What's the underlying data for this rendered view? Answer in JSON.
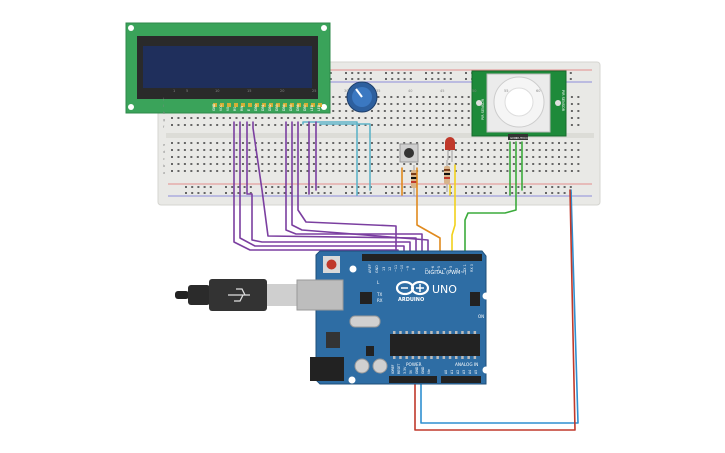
{
  "arduino": {
    "logo": "UNO",
    "brand": "ARDUINO",
    "digital_label": "DIGITAL (PWM~)",
    "analog_label": "ANALOG IN",
    "power_label": "POWER",
    "tx_label": "TX",
    "rx_label": "RX",
    "l_label": "L",
    "on_label": "ON",
    "aref_label": "AREF",
    "gnd_label": "GND",
    "pin13_label": "13",
    "pin12_label": "12",
    "pin11_label": "~11",
    "pin10_label": "~10",
    "pin9_label": "~9",
    "pin8_label": "8",
    "pin7_label": "7",
    "pin6_label": "~6",
    "pin5_label": "~5",
    "pin4_label": "4",
    "pin3_label": "~3",
    "pin2_label": "2",
    "tx1_label": "TX 1",
    "rx0_label": "RX 0",
    "ioref_label": "IOREF",
    "reset_label": "RESET",
    "v33_label": "3.3V",
    "v5_label": "5V",
    "gnd2_label": "GND",
    "gnd3_label": "GND",
    "vin_label": "Vin",
    "a0_label": "A0",
    "a1_label": "A1",
    "a2_label": "A2",
    "a3_label": "A3",
    "a4_label": "A4",
    "a5_label": "A5"
  },
  "lcd": {
    "pin_labels": [
      "GND",
      "VCC",
      "V0",
      "RS",
      "RW",
      "E",
      "DB0",
      "DB1",
      "DB2",
      "DB3",
      "DB4",
      "DB5",
      "DB6",
      "DB7",
      "LED",
      "LED"
    ]
  },
  "pir": {
    "label_left": "PIR SENSOR",
    "label_right": "PIR SENSOR",
    "pin_labels": [
      "GND",
      "OUT",
      "VCC"
    ]
  },
  "breadboard": {
    "top_numbers": [
      "1",
      "5",
      "10",
      "15",
      "20",
      "25",
      "30",
      "35",
      "40",
      "45",
      "50",
      "55",
      "60"
    ],
    "row_letters_top": [
      "j",
      "i",
      "h",
      "g",
      "f"
    ],
    "row_letters_bottom": [
      "e",
      "d",
      "c",
      "b",
      "a"
    ]
  },
  "colors": {
    "board": "#2e6da4",
    "lcd_pcb": "#3aa35a",
    "lcd_screen": "#1f2f5c",
    "pir_pcb": "#1e8a3a",
    "breadboard": "#e9e9e6",
    "wire_purple": "#7b3fa0",
    "wire_orange": "#e08a1e",
    "wire_yellow": "#f2d11b",
    "wire_green": "#3cab3c",
    "wire_blue": "#2f8fd0",
    "wire_red": "#c0392b",
    "wire_cyan": "#5fb4c8"
  }
}
